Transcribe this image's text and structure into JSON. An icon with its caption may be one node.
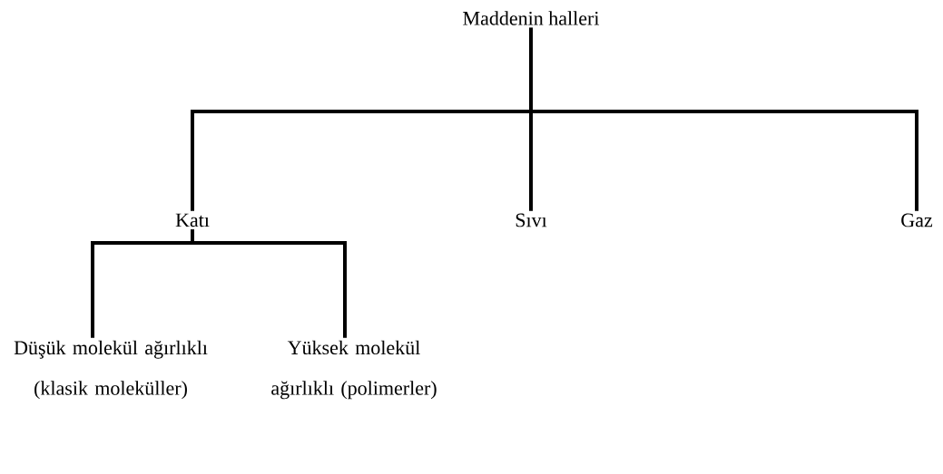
{
  "diagram": {
    "nodes": [
      {
        "text": [
          "Maddenin halleri"
        ]
      },
      {
        "text": [
          "Katı"
        ]
      },
      {
        "text": [
          "Sıvı"
        ]
      },
      {
        "text": [
          "Gaz"
        ]
      },
      {
        "text": [
          "Düşük molekül ağırlıklı (klasik moleküller)"
        ]
      },
      {
        "text": [
          "Yüksek molekül ağırlıklı (polimerler)"
        ]
      }
    ],
    "edges": [
      {
        "from": 0,
        "to": 1,
        "arrow": "none"
      },
      {
        "from": 0,
        "to": 2,
        "arrow": "none"
      },
      {
        "from": 0,
        "to": 3,
        "arrow": "none"
      },
      {
        "from": 1,
        "to": 4,
        "arrow": "none"
      },
      {
        "from": 1,
        "to": 5,
        "arrow": "none"
      }
    ]
  }
}
